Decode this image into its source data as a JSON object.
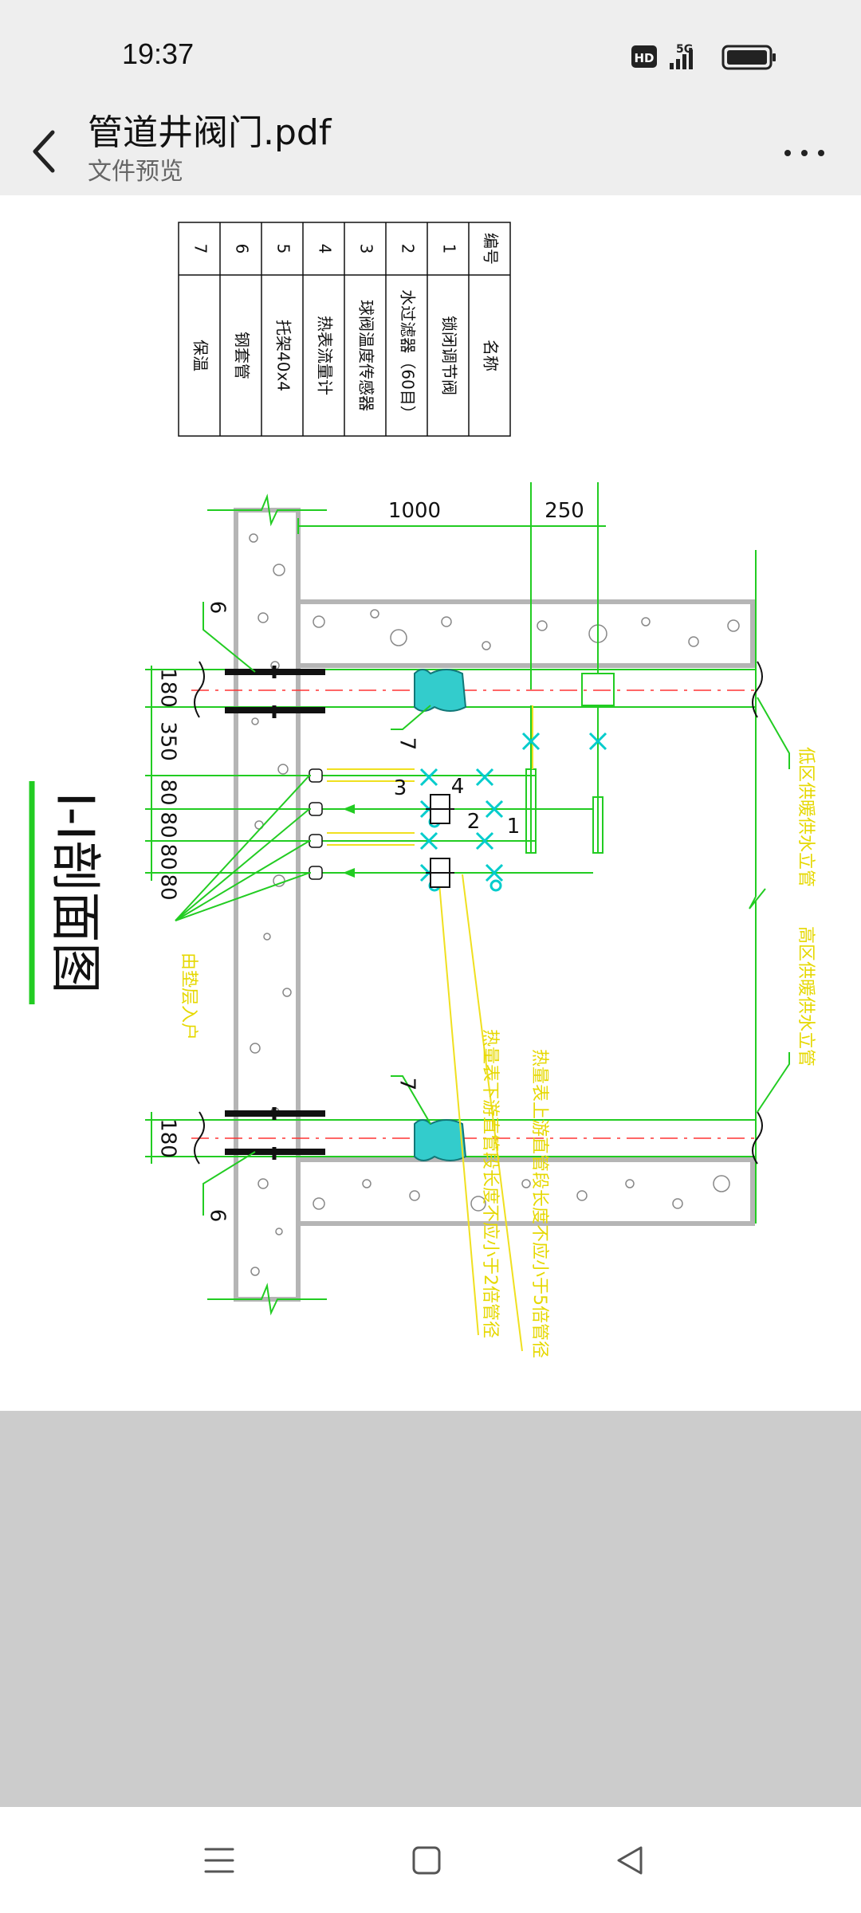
{
  "status": {
    "time": "19:37",
    "hd_label": "HD",
    "network_label": "5G"
  },
  "header": {
    "title": "管道井阀门.pdf",
    "subtitle": "文件预览"
  },
  "drawing": {
    "table": {
      "header_no": "编号",
      "header_name": "名称",
      "rows": [
        {
          "no": "1",
          "name": "锁闭调节阀"
        },
        {
          "no": "2",
          "name": "水过滤器（60目）"
        },
        {
          "no": "3",
          "name": "球阀温度传感器"
        },
        {
          "no": "4",
          "name": "热表流量计"
        },
        {
          "no": "5",
          "name": "托架40x4"
        },
        {
          "no": "6",
          "name": "钢套管"
        },
        {
          "no": "7",
          "name": "保温"
        }
      ]
    },
    "section_title": "I-I剖面图",
    "dims": {
      "top_1000": "1000",
      "top_250": "250",
      "d180_top": "180",
      "d350": "350",
      "d80a": "80",
      "d80b": "80",
      "d80c": "80",
      "d80d": "80",
      "d180_bottom": "180"
    },
    "labels": {
      "tag6_top": "6",
      "tag6_bottom": "6",
      "tag7_top": "7",
      "tag7_bottom": "7",
      "tag1": "1",
      "tag2": "2",
      "tag3": "3",
      "tag4": "4",
      "riser_low": "低区供暖供水立管",
      "riser_high": "高区供暖供水立管",
      "entry": "由垫层入户",
      "note_upstream": "热量表上游直管段长度不应小于5倍管径",
      "note_downstream": "热量表下游直管段长度不应小于2倍管径"
    }
  }
}
